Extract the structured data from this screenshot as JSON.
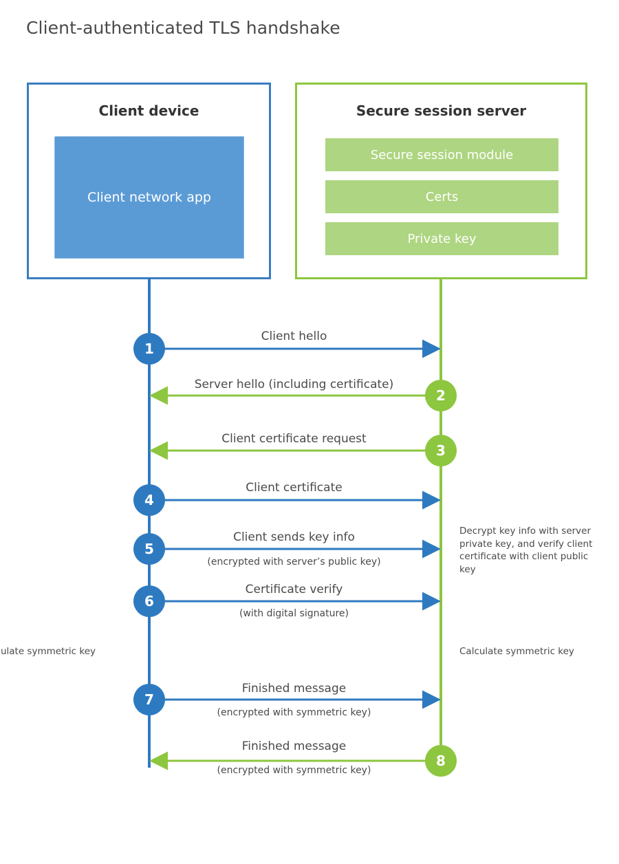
{
  "diagram": {
    "title": "Client-authenticated TLS handshake",
    "colors": {
      "client_blue": "#2e7ac0",
      "client_box_border": "#3a7dbf",
      "client_app_fill": "#5b9bd5",
      "server_green": "#8dc63f",
      "server_bar_fill": "#aed581",
      "text": "#4a4a4a",
      "background": "#ffffff"
    }
  },
  "client": {
    "title": "Client device",
    "app_label": "Client network app"
  },
  "server": {
    "title": "Secure session server",
    "components": [
      {
        "label": "Secure session module"
      },
      {
        "label": "Certs"
      },
      {
        "label": "Private key"
      }
    ]
  },
  "steps": [
    {
      "number": "1",
      "label": "Client hello",
      "sub": "",
      "direction": "client-to-server"
    },
    {
      "number": "2",
      "label": "Server hello (including certificate)",
      "sub": "",
      "direction": "server-to-client"
    },
    {
      "number": "3",
      "label": "Client certificate request",
      "sub": "",
      "direction": "server-to-client"
    },
    {
      "number": "4",
      "label": "Client certificate",
      "sub": "",
      "direction": "client-to-server"
    },
    {
      "number": "5",
      "label": "Client sends key info",
      "sub": "(encrypted with server’s public key)",
      "direction": "client-to-server"
    },
    {
      "number": "6",
      "label": "Certificate verify",
      "sub": "(with digital signature)",
      "direction": "client-to-server"
    },
    {
      "number": "7",
      "label": "Finished message",
      "sub": "(encrypted with symmetric key)",
      "direction": "client-to-server"
    },
    {
      "number": "8",
      "label": "Finished message",
      "sub": "(encrypted with symmetric key)",
      "direction": "server-to-client"
    }
  ],
  "annotations": {
    "server_decrypt": "Decrypt key info with server private key, and verify client certificate with client public key",
    "client_calculate": "Calculate symmetric key",
    "server_calculate": "Calculate symmetric key"
  }
}
